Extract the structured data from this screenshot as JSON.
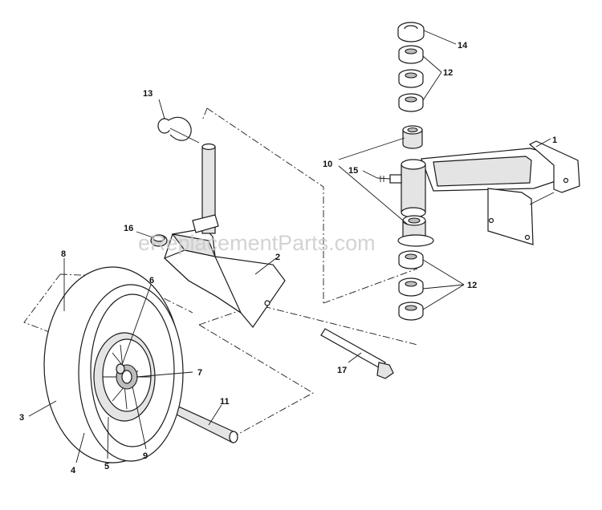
{
  "watermark": "eReplacementParts.com",
  "callouts": {
    "c1": "1",
    "c2": "2",
    "c3": "3",
    "c4": "4",
    "c5": "5",
    "c6": "6",
    "c7": "7",
    "c8": "8",
    "c9": "9",
    "c10": "10",
    "c11": "11",
    "c12a": "12",
    "c12b": "12",
    "c13": "13",
    "c14": "14",
    "c15": "15",
    "c16": "16",
    "c17": "17"
  }
}
